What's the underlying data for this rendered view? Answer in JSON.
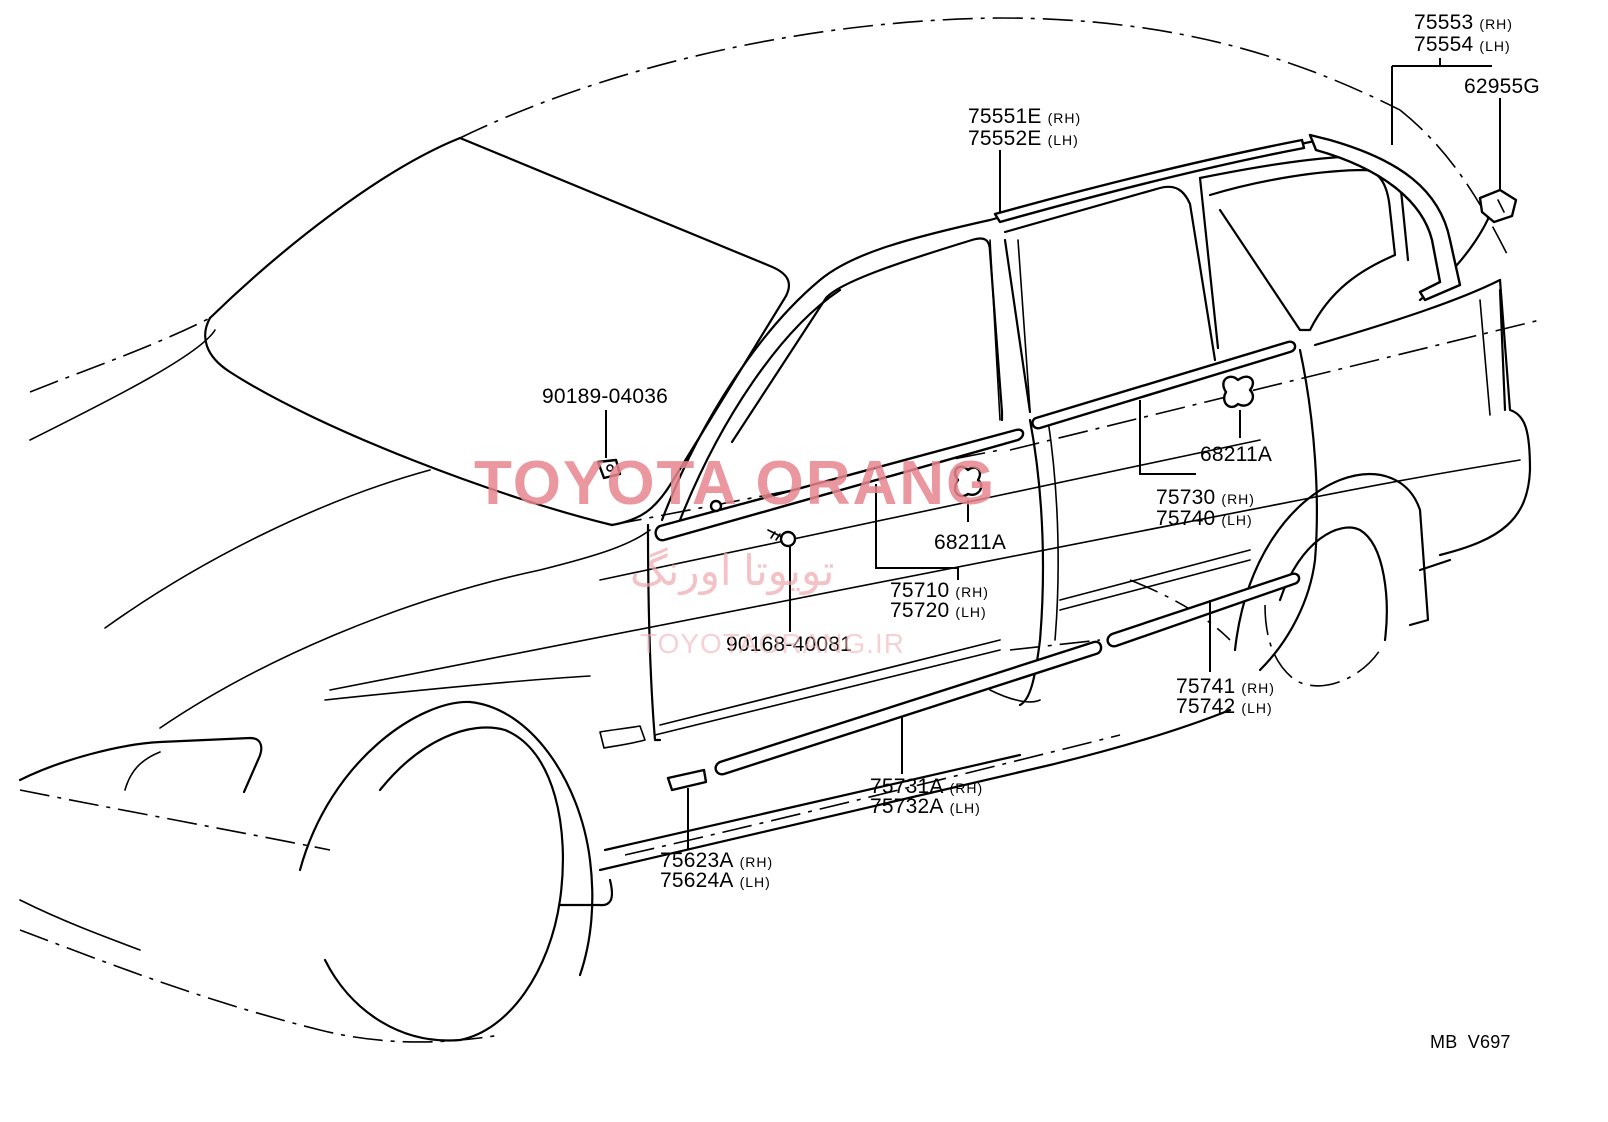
{
  "labels": {
    "p75553": {
      "num": "75553",
      "side": "(RH)"
    },
    "p75554": {
      "num": "75554",
      "side": "(LH)"
    },
    "p62955G": {
      "num": "62955G"
    },
    "p75551E": {
      "num": "75551E",
      "side": "(RH)"
    },
    "p75552E": {
      "num": "75552E",
      "side": "(LH)"
    },
    "p90189": {
      "num": "90189-04036"
    },
    "p68211A_rear": {
      "num": "68211A"
    },
    "p75730": {
      "num": "75730",
      "side": "(RH)"
    },
    "p75740": {
      "num": "75740",
      "side": "(LH)"
    },
    "p68211A_front": {
      "num": "68211A"
    },
    "p75710": {
      "num": "75710",
      "side": "(RH)"
    },
    "p75720": {
      "num": "75720",
      "side": "(LH)"
    },
    "p90168": {
      "num": "90168-40081"
    },
    "p75741": {
      "num": "75741",
      "side": "(RH)"
    },
    "p75742": {
      "num": "75742",
      "side": "(LH)"
    },
    "p75731A": {
      "num": "75731A",
      "side": "(RH)"
    },
    "p75732A": {
      "num": "75732A",
      "side": "(LH)"
    },
    "p75623A": {
      "num": "75623A",
      "side": "(RH)"
    },
    "p75624A": {
      "num": "75624A",
      "side": "(LH)"
    }
  },
  "diagram_code": "MB  V697",
  "watermark": {
    "main": "TOYOTA ORANG",
    "persian": "تویوتا اورنگ",
    "url": "TOYOTAORANG.IR",
    "color": "#e8868f"
  }
}
